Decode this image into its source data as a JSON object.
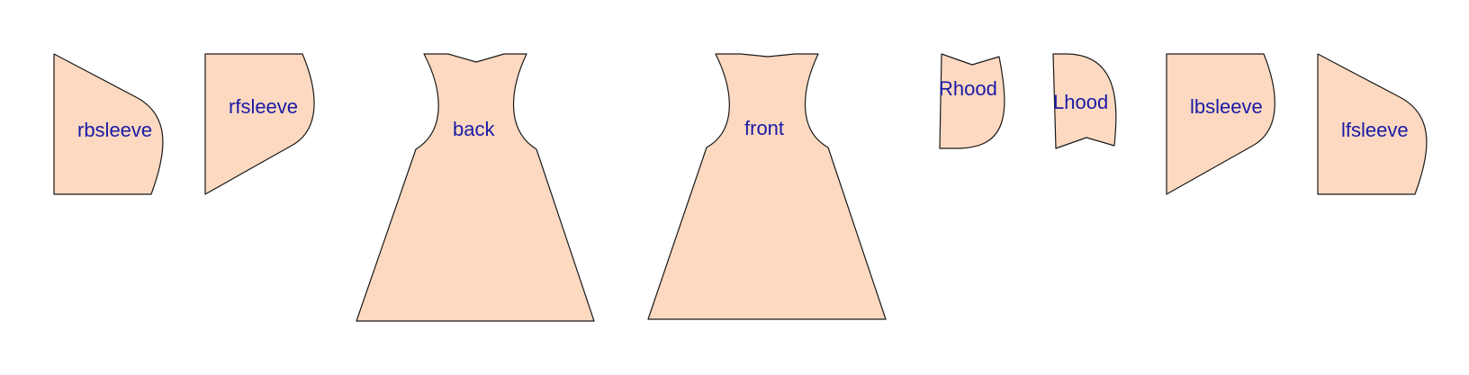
{
  "colors": {
    "fabric": "#fcd9c0",
    "label": "#1a1aa6",
    "outline": "#1a1a1a",
    "background": "#ffffff"
  },
  "pieces": [
    {
      "id": "rbsleeve",
      "label": "rbsleeve"
    },
    {
      "id": "rfsleeve",
      "label": "rfsleeve"
    },
    {
      "id": "back",
      "label": "back"
    },
    {
      "id": "front",
      "label": "front"
    },
    {
      "id": "rhood",
      "label": "Rhood"
    },
    {
      "id": "lhood",
      "label": "Lhood"
    },
    {
      "id": "lbsleeve",
      "label": "lbsleeve"
    },
    {
      "id": "lfsleeve",
      "label": "lfsleeve"
    }
  ]
}
